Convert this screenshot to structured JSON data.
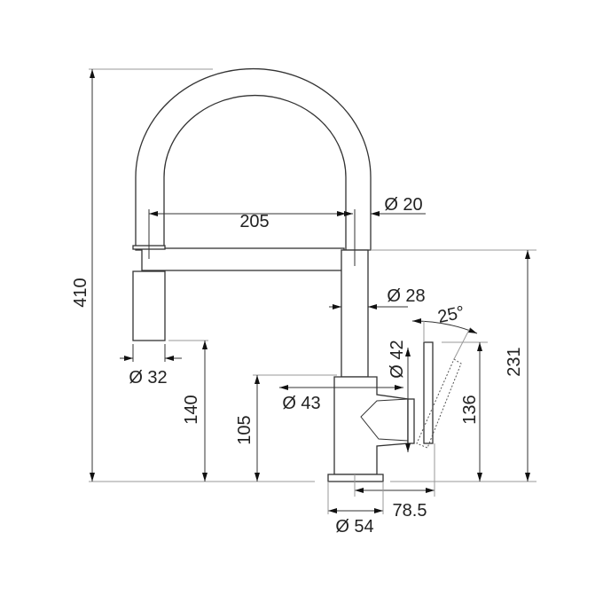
{
  "dimensions": {
    "height_total": "410",
    "spout_reach": "205",
    "spout_tube_dia": "Ø 20",
    "body_dia": "Ø 28",
    "spray_dia": "Ø 32",
    "spray_height": "140",
    "base_height": "105",
    "base_dia": "Ø 43",
    "lever_hub_dia": "Ø 42",
    "lever_angle": "25°",
    "lever_height": "136",
    "spout_height": "231",
    "lever_offset": "78.5",
    "foot_dia": "Ø 54"
  }
}
